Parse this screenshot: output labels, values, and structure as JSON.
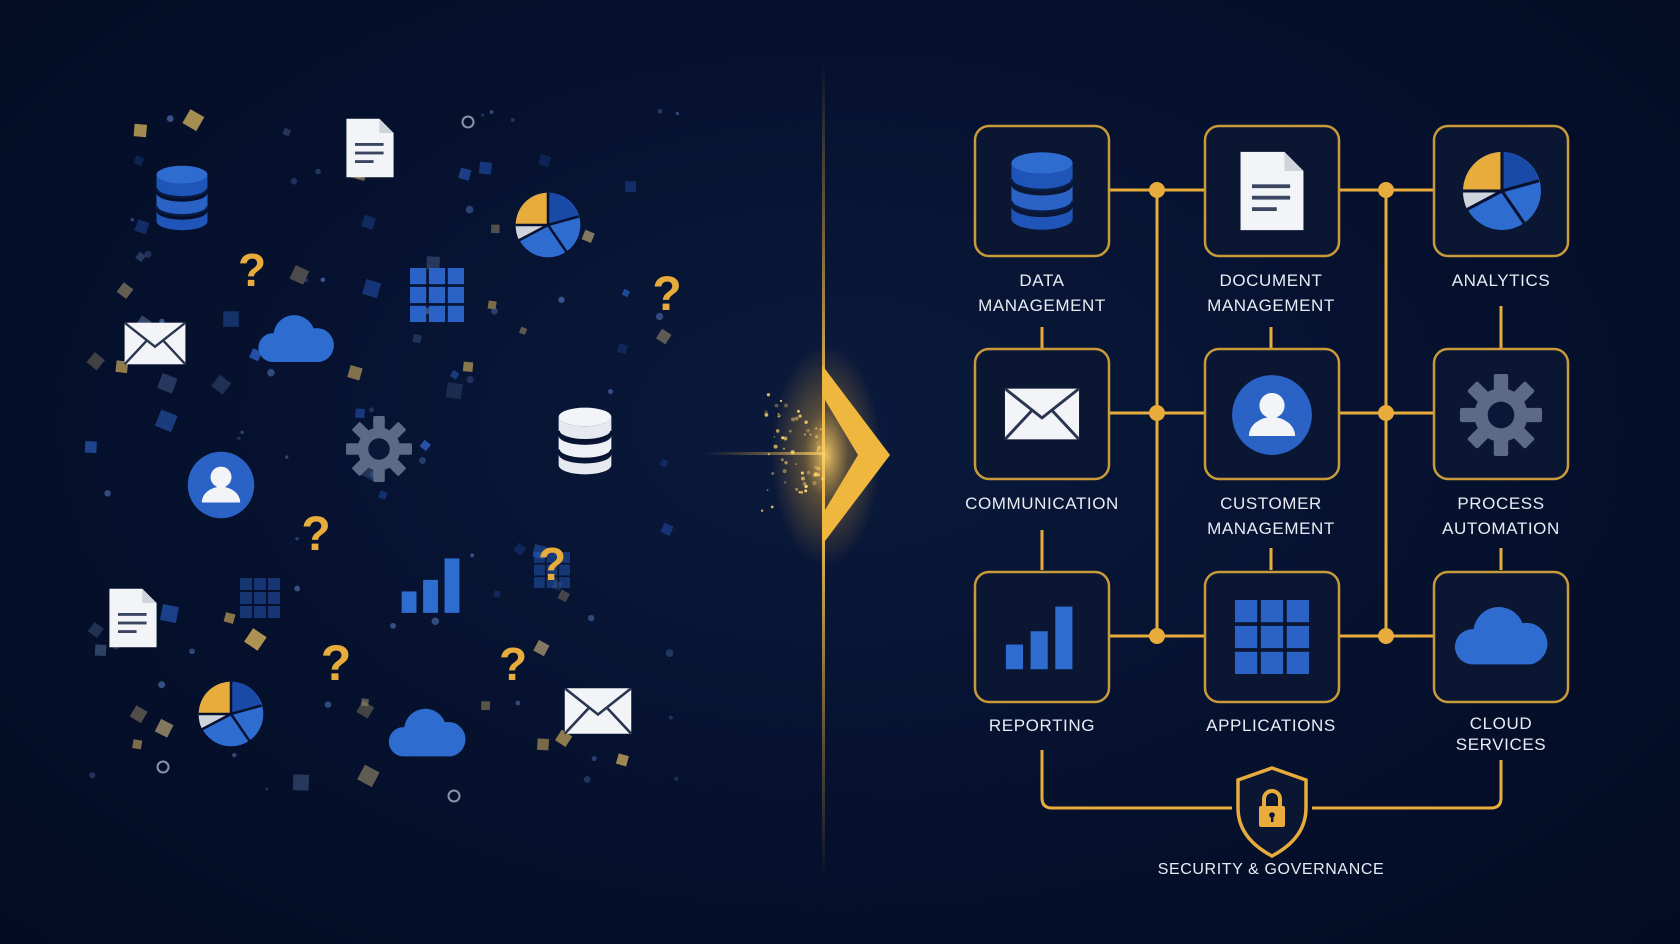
{
  "left_panel": {
    "question_marks": [
      "?",
      "?",
      "?",
      "?",
      "?",
      "?",
      "?"
    ]
  },
  "transition": {
    "icon": "chevron-right-icon"
  },
  "nodes": [
    {
      "id": "data",
      "label_line1": "DATA",
      "label_line2": "MANAGEMENT",
      "icon": "database-icon"
    },
    {
      "id": "document",
      "label_line1": "DOCUMENT",
      "label_line2": "MANAGEMENT",
      "icon": "document-icon"
    },
    {
      "id": "analytics",
      "label_line1": "ANALYTICS",
      "label_line2": "",
      "icon": "pie-chart-icon"
    },
    {
      "id": "communication",
      "label_line1": "COMMUNICATION",
      "label_line2": "",
      "icon": "envelope-icon"
    },
    {
      "id": "customer",
      "label_line1": "CUSTOMER",
      "label_line2": "MANAGEMENT",
      "icon": "user-icon"
    },
    {
      "id": "process",
      "label_line1": "PROCESS",
      "label_line2": "AUTOMATION",
      "icon": "gear-icon"
    },
    {
      "id": "reporting",
      "label_line1": "REPORTING",
      "label_line2": "",
      "icon": "bar-chart-icon"
    },
    {
      "id": "applications",
      "label_line1": "APPLICATIONS",
      "label_line2": "",
      "icon": "app-grid-icon"
    },
    {
      "id": "cloud",
      "label_line1": "CLOUD",
      "label_line2": "SERVICES",
      "icon": "cloud-icon"
    }
  ],
  "footer": {
    "label": "SECURITY & GOVERNANCE",
    "icon": "shield-lock-icon"
  },
  "colors": {
    "background": "#061230",
    "gold": "#e7ac3c",
    "blue": "#2f6cd0",
    "blue_dark": "#1a4aa8",
    "white": "#f2f4f8",
    "gray": "#cfd4dc",
    "gear": "#5d6a86"
  }
}
